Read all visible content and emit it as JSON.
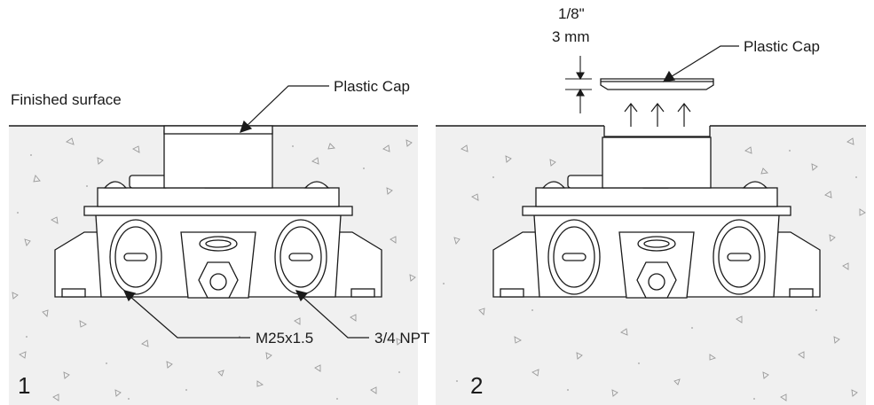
{
  "labels": {
    "finished_surface": "Finished surface",
    "plastic_cap_1": "Plastic Cap",
    "plastic_cap_2": "Plastic Cap",
    "port_left": "M25x1.5",
    "port_right": "3/4 NPT",
    "gap_imperial": "1/8\"",
    "gap_metric": "3 mm"
  },
  "panels": [
    {
      "number": "1"
    },
    {
      "number": "2"
    }
  ],
  "colors": {
    "concrete": "#f0f0f0",
    "line": "#1a1a1a",
    "part_fill": "#ffffff"
  }
}
